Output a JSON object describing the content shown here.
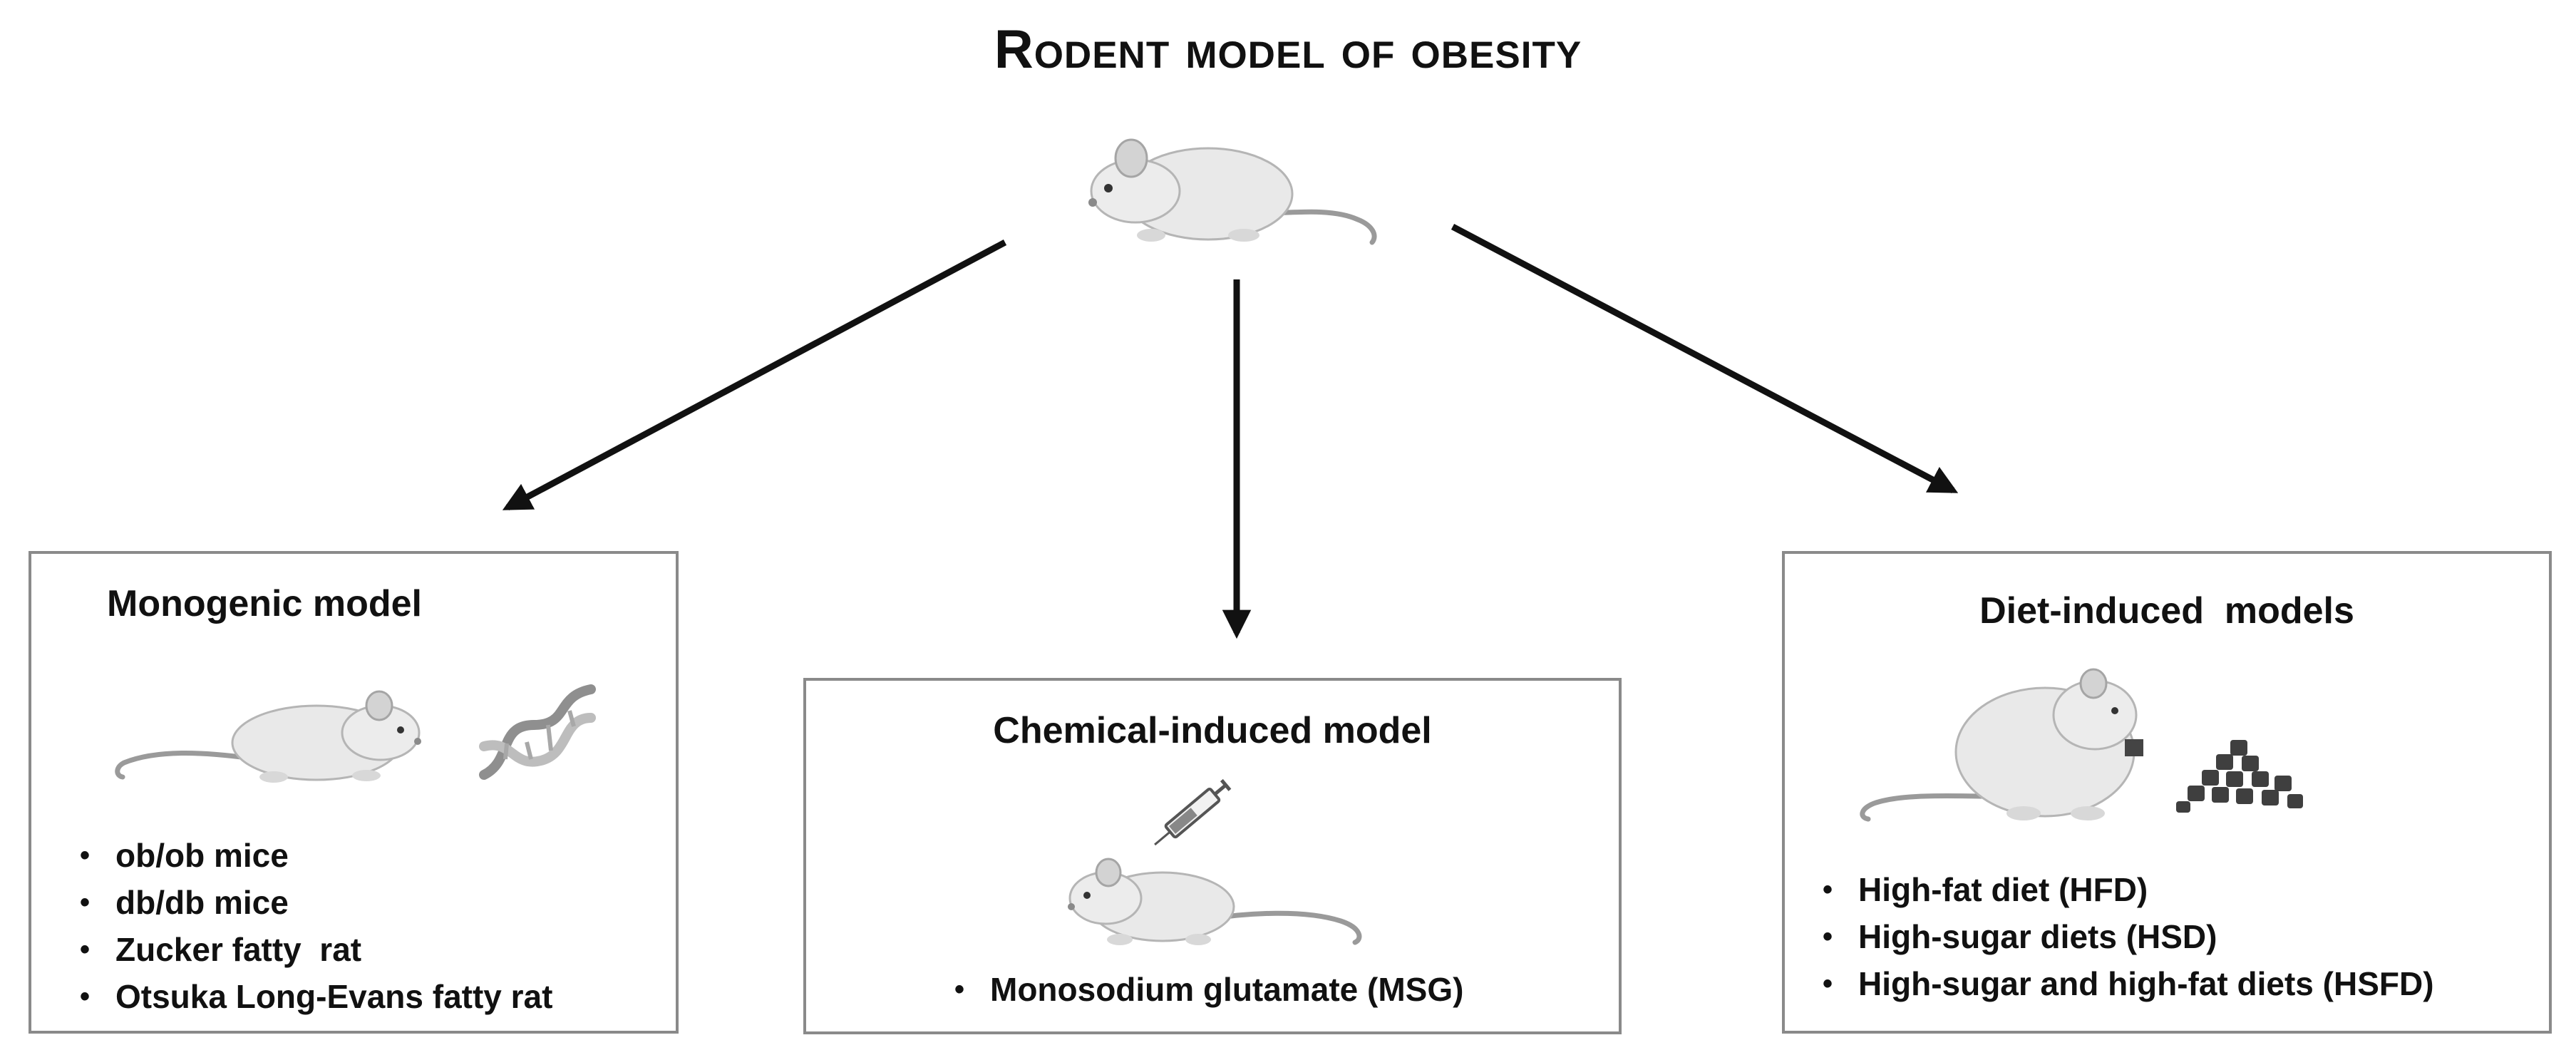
{
  "title": "Rodent model of obesity",
  "monogenic": {
    "title": "Monogenic model",
    "items": [
      "ob/ob mice",
      "db/db mice",
      "Zucker fatty  rat",
      "Otsuka Long-Evans fatty rat"
    ]
  },
  "chemical": {
    "title": "Chemical-induced model",
    "items": [
      "Monosodium glutamate (MSG)"
    ]
  },
  "diet": {
    "title": "Diet-induced  models",
    "items": [
      "High-fat diet (HFD)",
      "High-sugar diets (HSD)",
      "High-sugar and high-fat diets (HSFD)"
    ]
  },
  "icons": {
    "top": "mouse-icon",
    "monogenic": [
      "mouse-icon",
      "dna-icon"
    ],
    "chemical": [
      "mouse-icon",
      "syringe-icon"
    ],
    "diet": [
      "obese-mouse-icon",
      "food-pellets-icon"
    ]
  },
  "colors": {
    "box_border": "#8a8a8a",
    "arrow": "#111111"
  }
}
